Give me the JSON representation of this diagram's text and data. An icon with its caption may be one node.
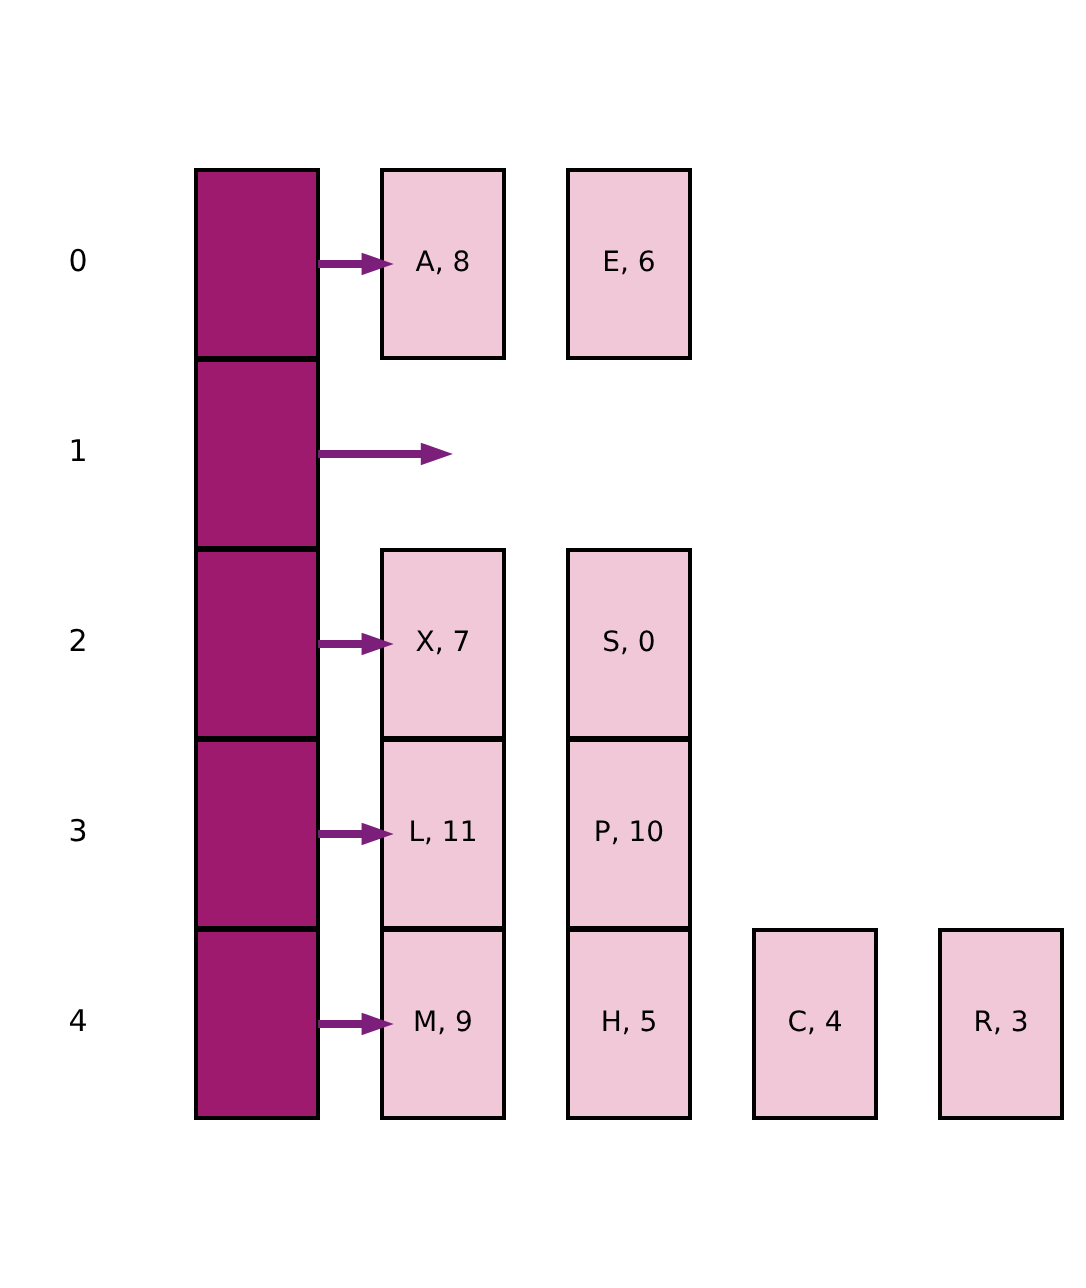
{
  "diagram": {
    "nodes": [
      {
        "text": [],
        "shape": "box",
        "beside": [
          "0"
        ]
      },
      {
        "text": [
          "A, 8"
        ]
      },
      {
        "text": [
          "E, 6"
        ]
      },
      {
        "text": [],
        "shape": "box",
        "beside": [
          "1"
        ]
      },
      {
        "text": [],
        "shape": "box",
        "beside": [
          "2"
        ]
      },
      {
        "text": [
          "X, 7"
        ]
      },
      {
        "text": [
          "S, 0"
        ]
      },
      {
        "text": [],
        "shape": "box",
        "beside": [
          "3"
        ]
      },
      {
        "text": [
          "L, 11"
        ]
      },
      {
        "text": [
          "P, 10"
        ]
      },
      {
        "text": [],
        "shape": "box",
        "beside": [
          "4"
        ]
      },
      {
        "text": [
          "M, 9"
        ]
      },
      {
        "text": [
          "H, 5"
        ]
      },
      {
        "text": [
          "C, 4"
        ]
      },
      {
        "text": [
          "R, 3"
        ]
      }
    ],
    "edges": [
      {
        "from": 0,
        "to": 1,
        "arrow": "to"
      },
      {
        "from": 3,
        "to": null,
        "arrow": "to"
      },
      {
        "from": 4,
        "to": 5,
        "arrow": "to"
      },
      {
        "from": 7,
        "to": 8,
        "arrow": "to"
      },
      {
        "from": 10,
        "to": 11,
        "arrow": "to"
      }
    ]
  }
}
